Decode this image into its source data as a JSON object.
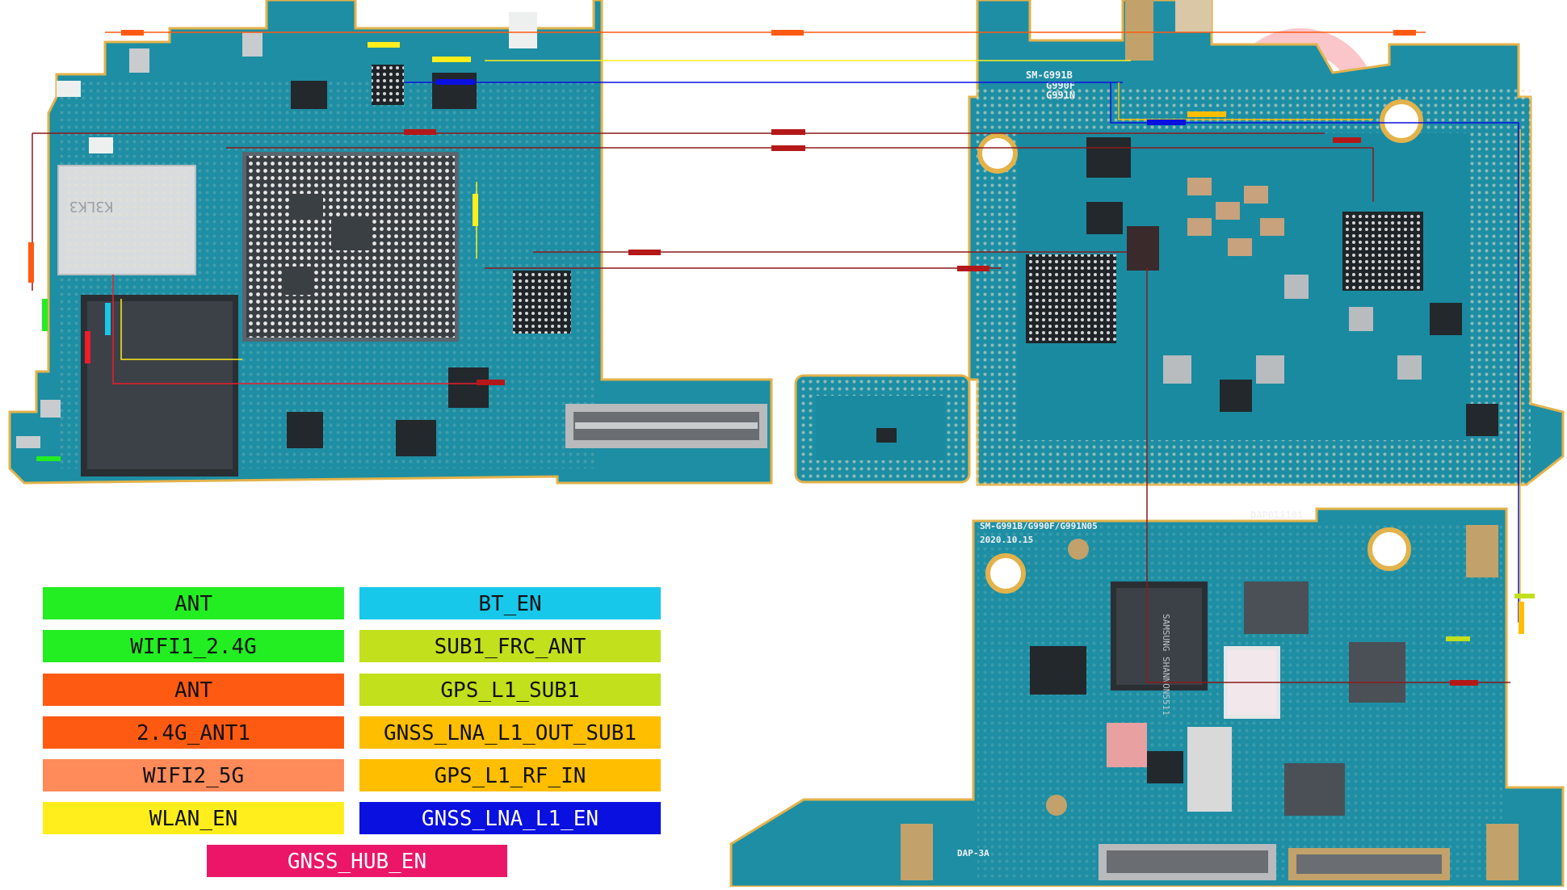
{
  "board_labels": {
    "model_top": "SM-G991B",
    "model_top_2": "G990F",
    "model_top_3": "G991N",
    "model_bottom": "SM-G991B/G990F/G991N05",
    "date": "2020.10.15",
    "dap_code": "DAP011101",
    "chip_memory": "K3LK3",
    "chip_modem": "SAMSUNG SHANNON5511",
    "dap_small": "DAP-3A"
  },
  "legend": [
    {
      "label": "ANT",
      "color": "#22ee22",
      "text_color": "#111111"
    },
    {
      "label": "BT_EN",
      "color": "#18c8ea",
      "text_color": "#111111"
    },
    {
      "label": "WIFI1_2.4G",
      "color": "#22ee22",
      "text_color": "#111111"
    },
    {
      "label": "SUB1_FRC_ANT",
      "color": "#c2e01c",
      "text_color": "#111111"
    },
    {
      "label": "ANT",
      "color": "#ff5a12",
      "text_color": "#111111"
    },
    {
      "label": "GPS_L1_SUB1",
      "color": "#c2e01c",
      "text_color": "#111111"
    },
    {
      "label": "2.4G_ANT1",
      "color": "#ff5a12",
      "text_color": "#111111"
    },
    {
      "label": "GNSS_LNA_L1_OUT_SUB1",
      "color": "#ffbe00",
      "text_color": "#111111"
    },
    {
      "label": "WIFI2_5G",
      "color": "#ff8a5a",
      "text_color": "#111111"
    },
    {
      "label": "GPS_L1_RF_IN",
      "color": "#ffbe00",
      "text_color": "#111111"
    },
    {
      "label": "WLAN_EN",
      "color": "#ffee1c",
      "text_color": "#111111"
    },
    {
      "label": "GNSS_LNA_L1_EN",
      "color": "#0a10e0",
      "text_color": "#ffffff"
    },
    {
      "label": "GNSS_HUB_EN",
      "color": "#ec1669",
      "text_color": "#ffffff"
    }
  ]
}
